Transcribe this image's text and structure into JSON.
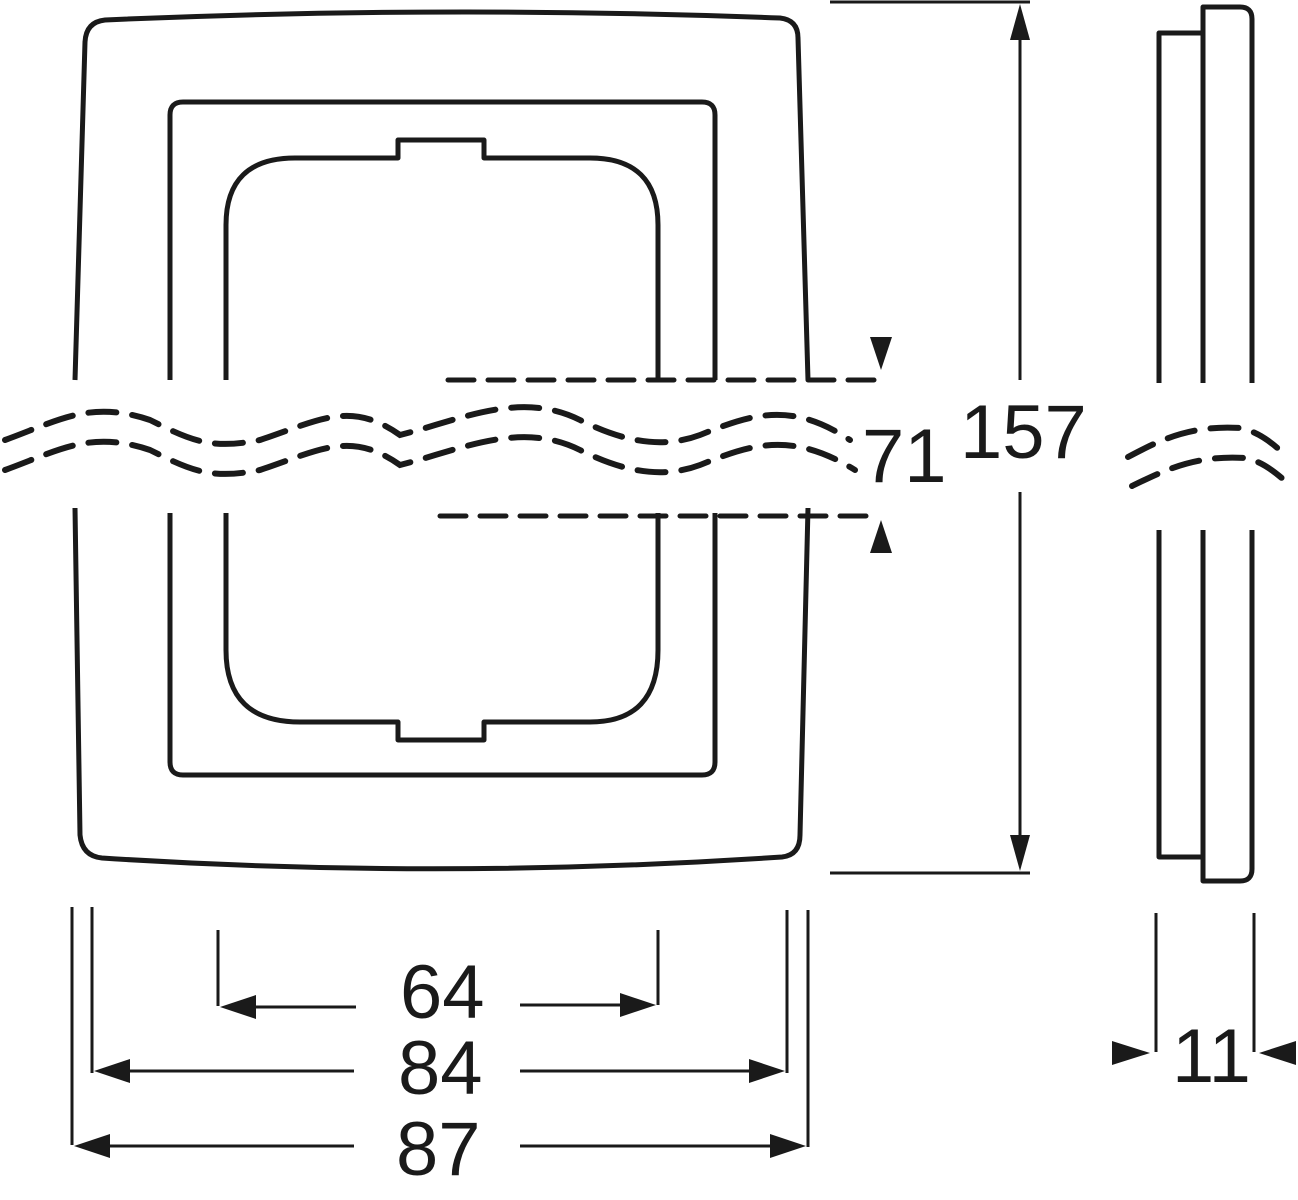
{
  "drawing": {
    "title": "Cover frame 1-gang dimension drawing",
    "line_color": "#1a1a1a",
    "background": "#ffffff",
    "views": [
      {
        "name": "front-view",
        "description": "Frame front view with outer frame, inner frame and insert opening, broken by wavy break lines"
      },
      {
        "name": "side-view",
        "description": "Frame side profile, broken by wavy break lines"
      }
    ]
  },
  "dimensions": {
    "width_outer": "87",
    "width_inner": "84",
    "width_opening": "64",
    "height_total": "157",
    "height_break": "71",
    "depth": "11"
  }
}
